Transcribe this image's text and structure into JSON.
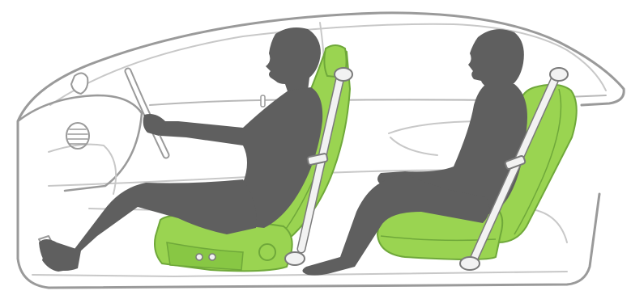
{
  "colors": {
    "background": "#ffffff",
    "outline": "#9a9a9a",
    "outline_light": "#c8c8c8",
    "silhouette": "#5f5f5f",
    "seat_green": "#9ad451",
    "seat_green_dark": "#6fa83a",
    "belt": "#f2f2f2"
  },
  "scene": {
    "subject": "car-interior-cutaway",
    "occupants": [
      "driver-silhouette",
      "rear-passenger-silhouette"
    ],
    "seats": [
      "front-seat",
      "rear-seat"
    ]
  }
}
